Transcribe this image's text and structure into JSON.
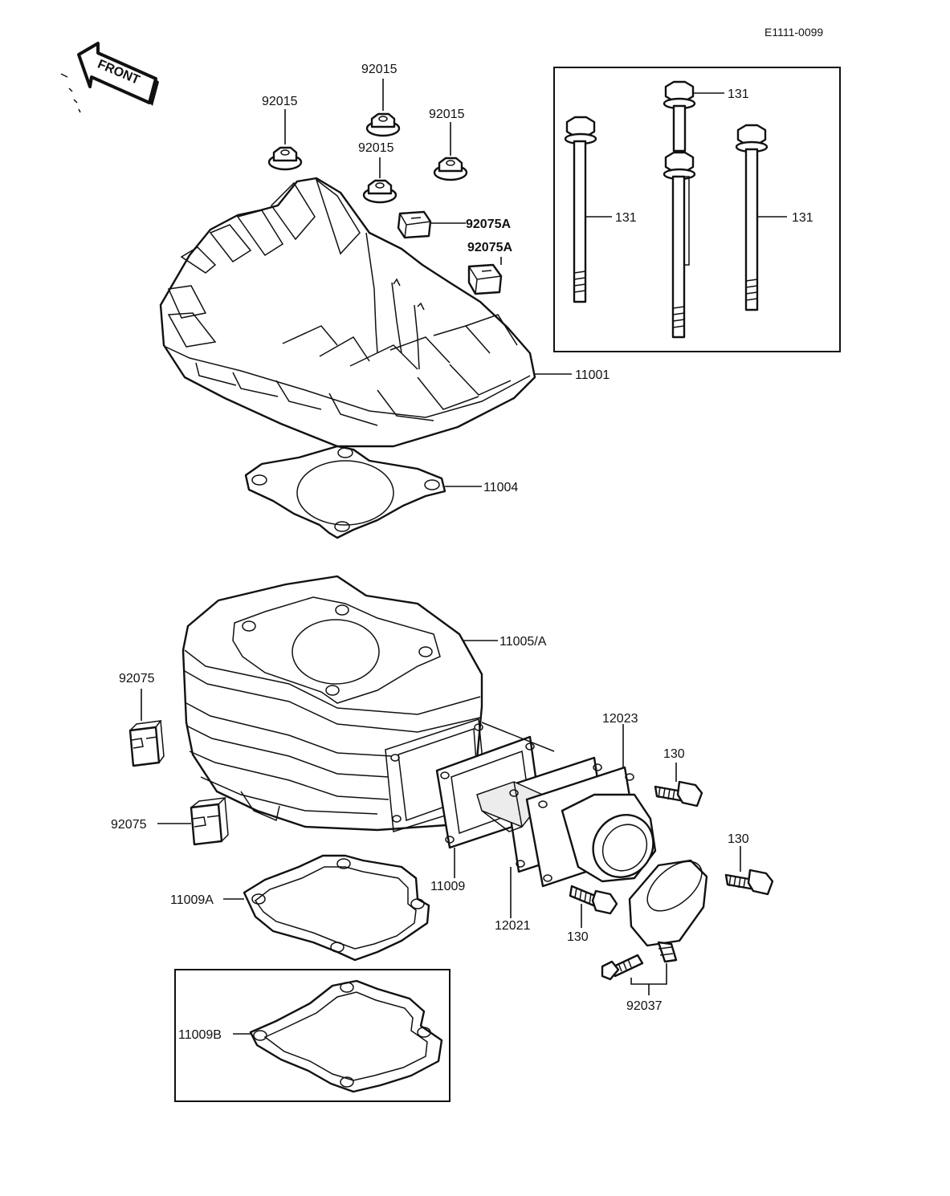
{
  "diagram": {
    "doc_code": "E1111-0099",
    "front_badge": "FRONT",
    "labels": {
      "nut_a": "92015",
      "nut_b": "92015",
      "nut_c": "92015",
      "nut_d": "92015",
      "damper_a": "92075A",
      "damper_b": "92075A",
      "bolt_a": "131",
      "bolt_b": "131",
      "bolt_c": "131",
      "head": "11001",
      "head_gasket": "11004",
      "cylinder": "11005/A",
      "damper_c": "92075",
      "damper_d": "92075",
      "base_gasket_a": "11009A",
      "base_gasket_b": "11009B",
      "reed_gasket": "11009",
      "reed_valve": "12021",
      "intake_pipe": "12023",
      "screw_a": "130",
      "screw_b": "130",
      "screw_c": "130",
      "clamp": "92037"
    }
  }
}
